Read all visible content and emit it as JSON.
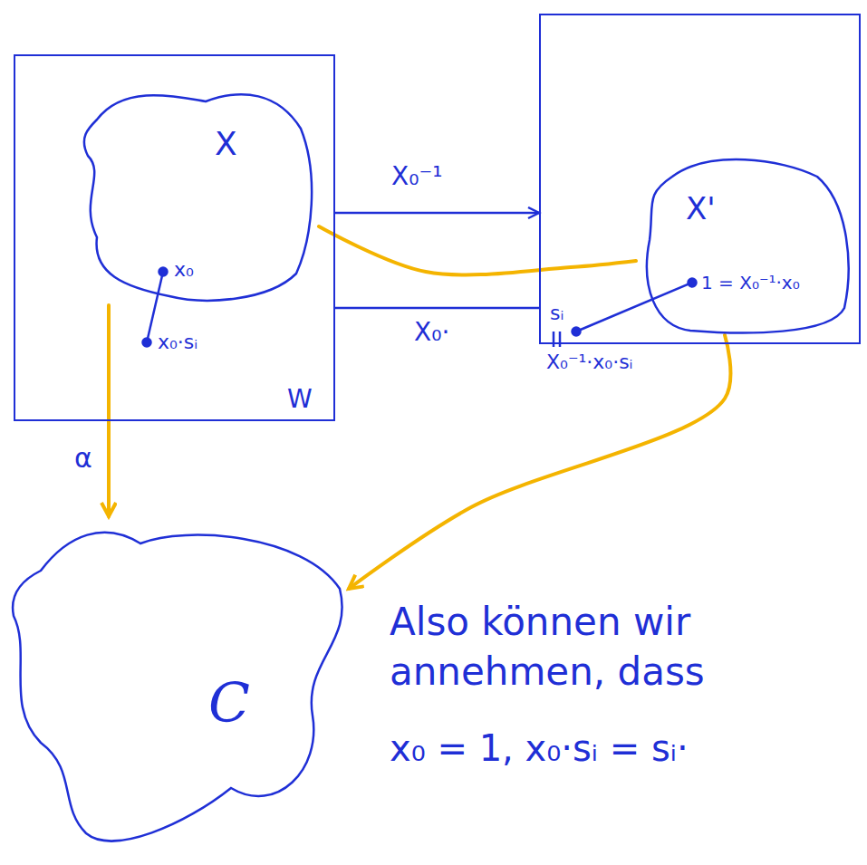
{
  "diagram": {
    "nodes": [
      {
        "text": [
          "x₀·sᵢ",
          "W"
        ]
      },
      {
        "text": [
          "X",
          "x₀"
        ],
        "in": 0
      },
      {
        "text": [
          "sᵢ",
          "X₀⁻¹·x₀·sᵢ"
        ]
      },
      {
        "text": [
          "X'",
          "1 = X₀⁻¹·x₀"
        ],
        "in": 2
      },
      {
        "text": [
          "C"
        ]
      }
    ],
    "edges": [
      {
        "from": 0,
        "to": 2,
        "arrow": "to",
        "label": "X₀⁻¹"
      },
      {
        "from": 2,
        "to": 0,
        "arrow": "none",
        "label": "X₀·"
      },
      {
        "from": 1,
        "to": 4,
        "arrow": "to",
        "label": "α"
      },
      {
        "from": 1,
        "to": 3,
        "arrow": "none"
      },
      {
        "from": 3,
        "to": 4,
        "arrow": "to"
      }
    ],
    "labels": [
      "Also können wir annehmen, dass",
      "x₀ = 1, x₀·sᵢ = sᵢ·"
    ]
  }
}
